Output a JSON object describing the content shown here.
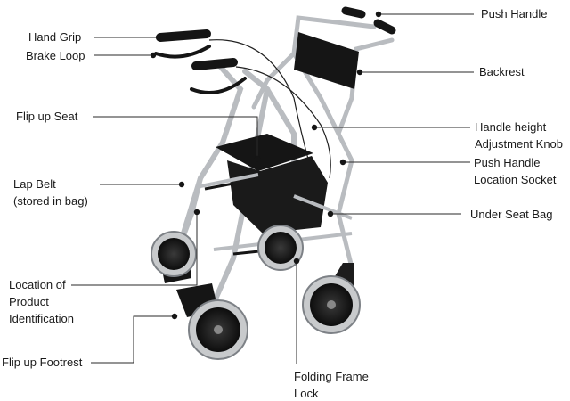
{
  "labels": {
    "push_handle": "Push Handle",
    "hand_grip": "Hand Grip",
    "brake_loop": "Brake Loop",
    "backrest": "Backrest",
    "flip_up_seat": "Flip up Seat",
    "handle_height_1": "Handle height",
    "handle_height_2": "Adjustment Knob",
    "push_handle_socket_1": "Push Handle",
    "push_handle_socket_2": "Location Socket",
    "lap_belt_1": "Lap Belt",
    "lap_belt_2": "(stored in bag)",
    "under_seat_bag": "Under Seat Bag",
    "product_id_1": "Location of",
    "product_id_2": "Product",
    "product_id_3": "Identification",
    "flip_up_footrest": "Flip up Footrest",
    "folding_lock_1": "Folding Frame",
    "folding_lock_2": "Lock"
  },
  "colors": {
    "frame": "#b9bcc0",
    "frame_dark": "#7d8186",
    "black_part": "#151515",
    "leader": "#2a2a2a"
  }
}
